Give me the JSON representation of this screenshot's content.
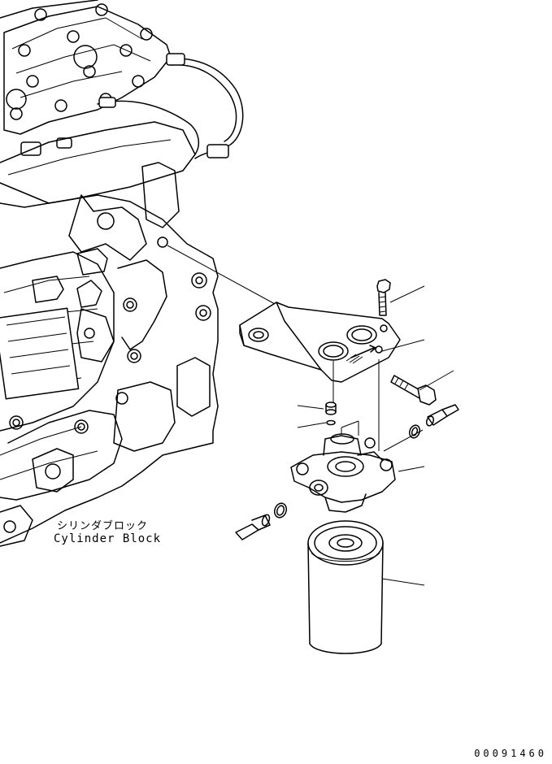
{
  "labels": {
    "cylinder_block_jp": "シリンダブロック",
    "cylinder_block_en": "Cylinder Block"
  },
  "drawing_number": "00091460",
  "colors": {
    "ink": "#000000",
    "paper": "#ffffff"
  },
  "parts": [
    {
      "id": "bolt-short",
      "icon": "bolt"
    },
    {
      "id": "bracket",
      "icon": "bracket"
    },
    {
      "id": "bolt-long",
      "icon": "bolt"
    },
    {
      "id": "plug",
      "icon": "plug"
    },
    {
      "id": "washer",
      "icon": "washer"
    },
    {
      "id": "filter-head",
      "icon": "filter-head"
    },
    {
      "id": "o-ring-right",
      "icon": "o-ring"
    },
    {
      "id": "connector-right",
      "icon": "connector"
    },
    {
      "id": "o-ring-left",
      "icon": "o-ring"
    },
    {
      "id": "connector-left",
      "icon": "connector"
    },
    {
      "id": "fuel-filter-cartridge",
      "icon": "filter-cartridge"
    }
  ]
}
